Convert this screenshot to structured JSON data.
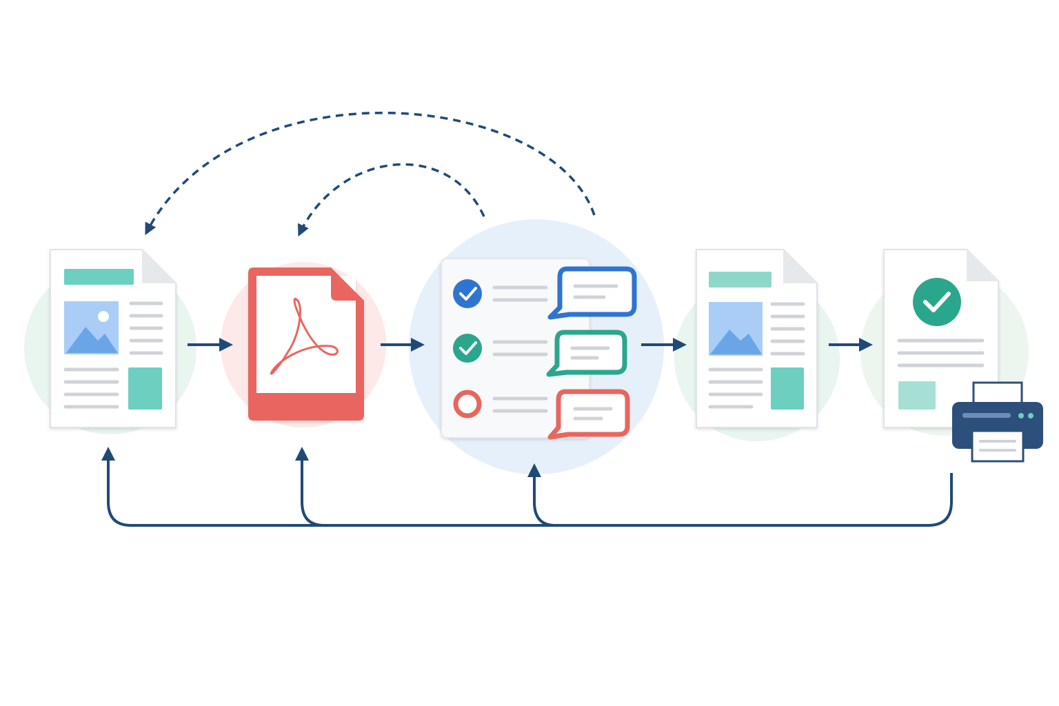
{
  "colors": {
    "background": "#ffffff",
    "connector": "#1f4a75",
    "teal": "#6ccfc0",
    "teal_dark": "#2aa68c",
    "blue": "#2f74d0",
    "image_blue": "#9ec6f4",
    "red": "#e8665e",
    "line_gray": "#cfd3d8",
    "page_border": "#dfe3e7",
    "halo_green": "#e9f5ef",
    "halo_red": "#fde9e7",
    "halo_blue": "#e6f0fb",
    "printer": "#2c4f7c"
  },
  "nodes": [
    {
      "id": "source-document",
      "icon": "document-with-image-icon"
    },
    {
      "id": "pdf-file",
      "icon": "pdf-icon"
    },
    {
      "id": "review-checklist",
      "icon": "review-comments-icon",
      "items": [
        {
          "status": "approved",
          "color": "blue"
        },
        {
          "status": "approved",
          "color": "teal"
        },
        {
          "status": "pending",
          "color": "red"
        }
      ]
    },
    {
      "id": "revised-document",
      "icon": "document-with-image-icon"
    },
    {
      "id": "approved-document",
      "icon": "approved-document-icon",
      "badge": "checkmark-icon",
      "device": "printer-icon"
    }
  ],
  "flow": {
    "forward": [
      "source-document",
      "pdf-file",
      "review-checklist",
      "revised-document",
      "approved-document"
    ],
    "feedback_dashed": [
      {
        "from": "review-checklist",
        "to": "source-document"
      },
      {
        "from": "review-checklist",
        "to": "pdf-file"
      }
    ],
    "return_loop": {
      "from": "approved-document",
      "to": [
        "source-document",
        "pdf-file",
        "review-checklist"
      ]
    }
  }
}
